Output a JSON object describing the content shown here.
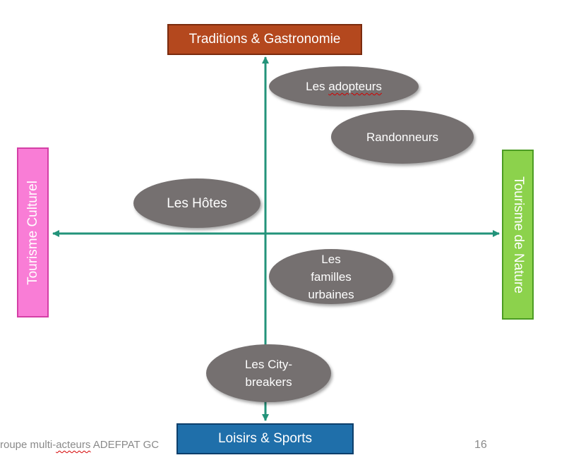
{
  "axes": {
    "top": {
      "label": "Traditions & Gastronomie",
      "color": "#B4481E"
    },
    "bottom": {
      "label": "Loisirs & Sports",
      "color": "#1F6FAA"
    },
    "left": {
      "label": "Tourisme Culturel",
      "color": "#F97DD6"
    },
    "right": {
      "label": "Tourisme de Nature",
      "color": "#8CD24C"
    },
    "arrow_color": "#23937A"
  },
  "segments": {
    "adopteurs": {
      "prefix": "Les ",
      "word": "adopteurs"
    },
    "randonneurs": {
      "label": "Randonneurs"
    },
    "hotes": {
      "label": "Les Hôtes"
    },
    "familles": {
      "line1": "Les",
      "line2": "familles",
      "line3": "urbaines"
    },
    "city": {
      "line1": "Les City-",
      "line2": "breakers"
    }
  },
  "footer": {
    "text_prefix": "roupe multi-",
    "text_underlined": "acteurs",
    "text_suffix": " ADEFPAT GC",
    "page_number": "16"
  }
}
